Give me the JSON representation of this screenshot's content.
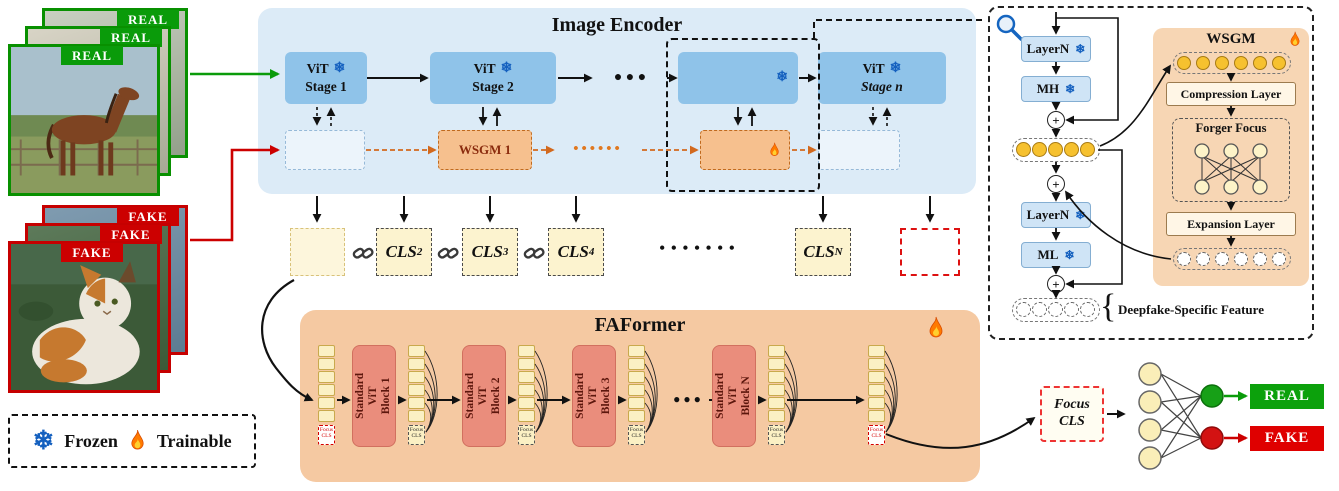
{
  "symbols": {
    "plus": "+"
  },
  "legend": {
    "frozen": "Frozen",
    "trainable": "Trainable"
  },
  "inputs": {
    "real": "REAL",
    "fake": "FAKE"
  },
  "encoder": {
    "title": "Image Encoder",
    "stages": [
      {
        "line1": "ViT",
        "line2": "Stage 1"
      },
      {
        "line1": "ViT",
        "line2": "Stage 2"
      },
      {
        "line1": "",
        "line2": ""
      },
      {
        "line1": "ViT",
        "line2": "Stage n"
      }
    ],
    "wsgm1": "WSGM 1",
    "stage_dots": "● ● ●",
    "wsgm_dots": "••••••"
  },
  "cls_row": {
    "tokens": [
      {
        "text": "CLS",
        "sub": "2"
      },
      {
        "text": "CLS",
        "sub": "3"
      },
      {
        "text": "CLS",
        "sub": "4"
      },
      {
        "text": "CLS",
        "sub": "N"
      }
    ],
    "dots": "•••••••"
  },
  "faformer": {
    "title": "FAFormer",
    "blocks": [
      "Standard ViT Block 1",
      "Standard ViT Block 2",
      "Standard ViT Block 3",
      "Standard ViT Block N"
    ],
    "dots": "● ● ●",
    "focus_token": "Focus CLS"
  },
  "detail": {
    "layern": "LayerN",
    "mh": "MH",
    "ml": "ML",
    "wsgm_title": "WSGM",
    "compression": "Compression Layer",
    "forger_focus": "Forger Focus",
    "expansion": "Expansion Layer",
    "brace": "{",
    "feature": "Deepfake-Specific Feature"
  },
  "output": {
    "focus_cls": "Focus CLS",
    "real": "REAL",
    "fake": "FAKE"
  },
  "colors": {
    "real_green": "#0a9b0a",
    "fake_red": "#cc0000",
    "frozen_blue": "#1565c0",
    "trainable_orange": "#ff7a00",
    "encoder_bg": "#dcebf7",
    "faformer_bg": "#f5c9a2"
  }
}
